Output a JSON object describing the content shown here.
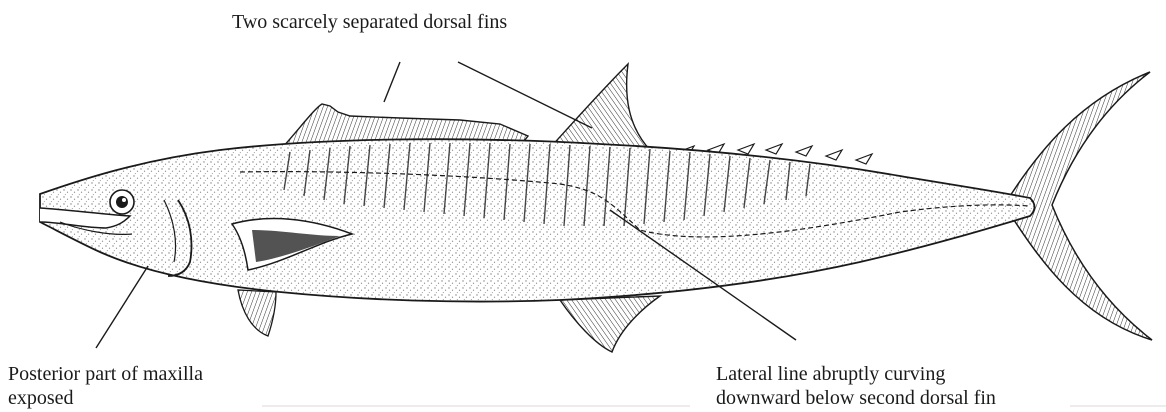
{
  "annotations": {
    "dorsal_fins": "Two scarcely separated  dorsal fins",
    "maxilla": "Posterior part of maxilla\nexposed",
    "lateral_line": "Lateral line abruptly curving\ndownward  below second dorsal fin"
  },
  "colors": {
    "ink": "#1a1a1a",
    "background": "#ffffff",
    "rule": "#d9d9d9"
  }
}
